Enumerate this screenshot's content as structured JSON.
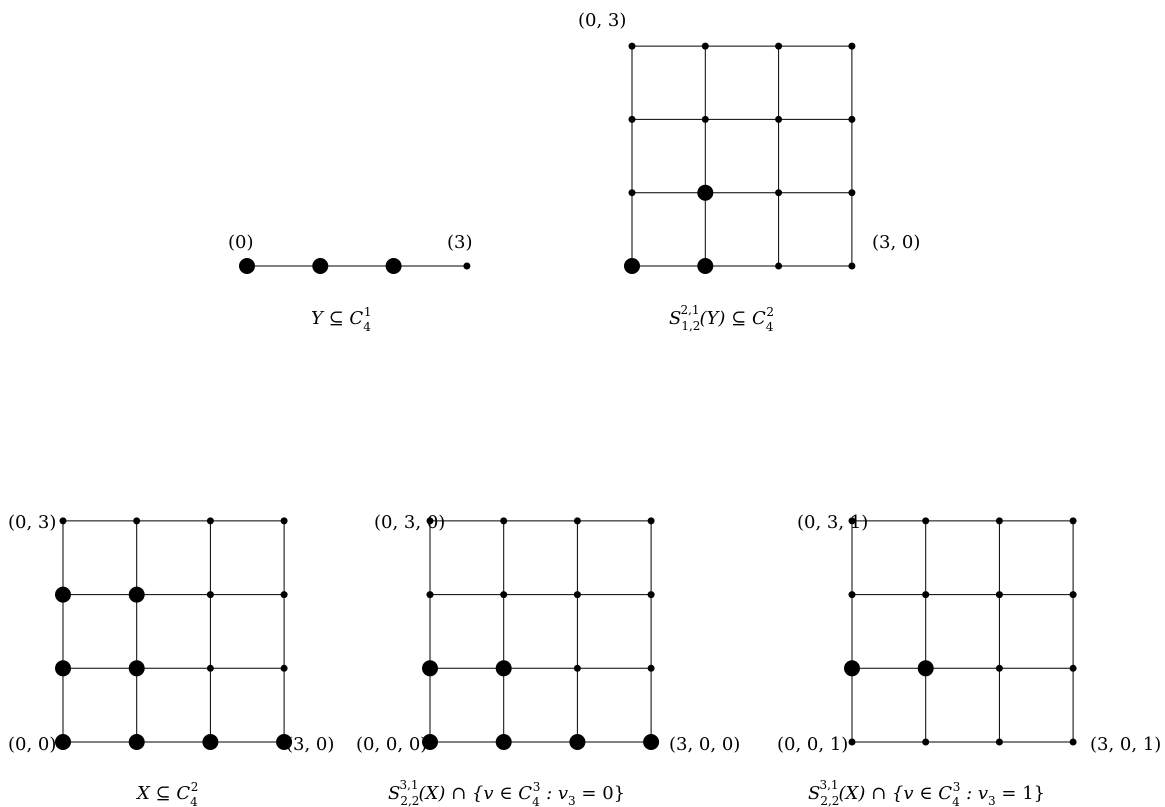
{
  "diagrams": [
    {
      "id": "y-line",
      "kind": "line",
      "points": [
        {
          "coord": [
            0
          ],
          "big": true
        },
        {
          "coord": [
            1
          ],
          "big": true
        },
        {
          "coord": [
            2
          ],
          "big": true
        },
        {
          "coord": [
            3
          ],
          "big": false
        }
      ],
      "corner_labels": {
        "left": "(0)",
        "right": "(3)"
      },
      "caption": {
        "main": "Y ⊆ C",
        "sub": "4",
        "sup": "1"
      }
    },
    {
      "id": "s-y-grid",
      "kind": "grid",
      "size": 4,
      "big_points": [
        [
          0,
          0
        ],
        [
          1,
          0
        ],
        [
          1,
          1
        ]
      ],
      "corner_labels": {
        "top_left": "(0, 3)",
        "bottom_right": "(3, 0)"
      },
      "caption": {
        "parts": [
          "S",
          "(Y) ⊆ C"
        ],
        "s_sub": "1,2",
        "s_sup": "2,1",
        "c_sub": "4",
        "c_sup": "2"
      }
    },
    {
      "id": "x-grid",
      "kind": "grid",
      "size": 4,
      "big_points": [
        [
          0,
          0
        ],
        [
          1,
          0
        ],
        [
          2,
          0
        ],
        [
          3,
          0
        ],
        [
          0,
          1
        ],
        [
          1,
          1
        ],
        [
          0,
          2
        ],
        [
          1,
          2
        ]
      ],
      "corner_labels": {
        "top_left": "(0, 3)",
        "bottom_left": "(0, 0)",
        "bottom_right": "(3, 0)"
      },
      "caption": {
        "main": "X ⊆ C",
        "sub": "4",
        "sup": "2"
      }
    },
    {
      "id": "s-x-slice-0",
      "kind": "grid",
      "size": 4,
      "big_points": [
        [
          0,
          0
        ],
        [
          1,
          0
        ],
        [
          2,
          0
        ],
        [
          3,
          0
        ],
        [
          0,
          1
        ],
        [
          1,
          1
        ]
      ],
      "corner_labels": {
        "top_left": "(0, 3, 0)",
        "bottom_left": "(0, 0, 0)",
        "bottom_right": "(3, 0, 0)"
      },
      "caption": {
        "s_sub": "2,2",
        "s_sup": "3,1",
        "rest": "(X) ∩ {v ∈ C",
        "c_sub": "4",
        "c_sup": "3",
        "tail": " : v",
        "v_sub": "3",
        "end": " = 0}"
      }
    },
    {
      "id": "s-x-slice-1",
      "kind": "grid",
      "size": 4,
      "big_points": [
        [
          0,
          1
        ],
        [
          1,
          1
        ]
      ],
      "corner_labels": {
        "top_left": "(0, 3, 1)",
        "bottom_left": "(0, 0, 1)",
        "bottom_right": "(3, 0, 1)"
      },
      "caption": {
        "s_sub": "2,2",
        "s_sup": "3,1",
        "rest": "(X) ∩ {v ∈ C",
        "c_sub": "4",
        "c_sup": "3",
        "tail": " : v",
        "v_sub": "3",
        "end": " = 1}"
      }
    }
  ]
}
